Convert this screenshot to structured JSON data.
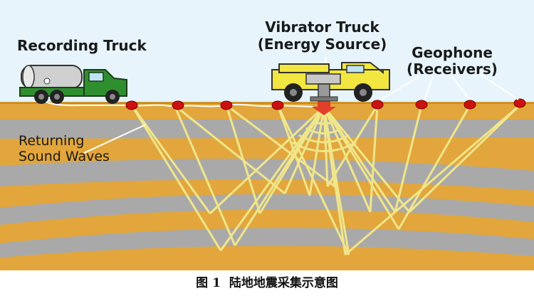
{
  "labels": {
    "recording_truck": "Recording Truck",
    "vibrator_line1": "Vibrator Truck",
    "vibrator_line2": "(Energy Source)",
    "geophone_line1": "Geophone",
    "geophone_line2": "(Receivers)",
    "returning_line1": "Returning",
    "returning_line2": "Sound Waves"
  },
  "caption": {
    "figure_no": "图 1",
    "text": "陆地地震采集示意图"
  },
  "colors": {
    "sky": "#e7f4fb",
    "layer_tan": "#e2a63c",
    "layer_gray": "#a9a9a9",
    "ray": "#f0e68a",
    "geophone": "#cc1111",
    "recording_truck_body": "#2f8f2f",
    "vibrator_truck_body": "#f2e640",
    "energy_arrow": "#e0402a"
  },
  "icons": [
    "recording-truck-icon",
    "vibrator-truck-icon",
    "geophone-icon",
    "energy-arrow-icon"
  ]
}
